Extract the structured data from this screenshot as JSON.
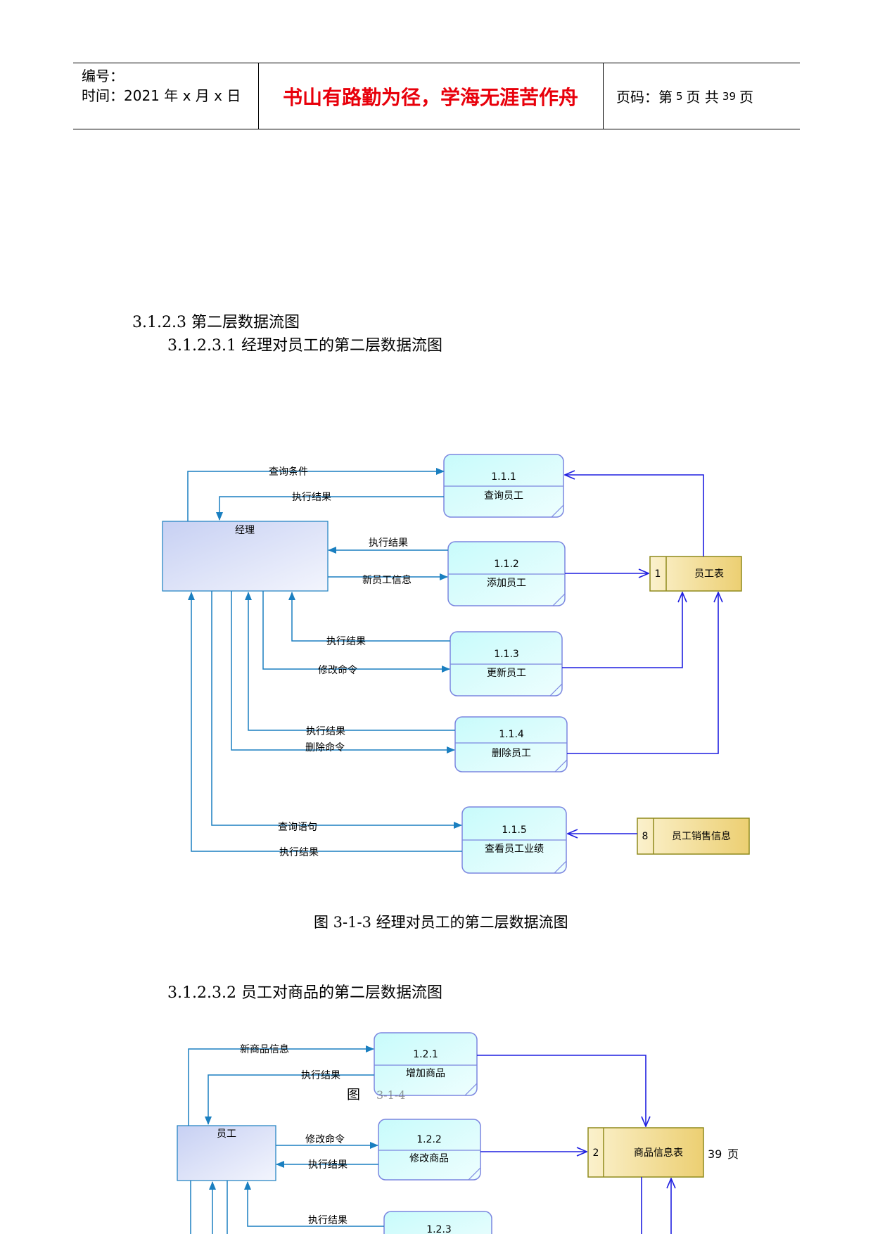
{
  "header": {
    "number_label": "编号：",
    "time_label": "时间：2021 年 x 月 x 日",
    "motto": "书山有路勤为径，学海无涯苦作舟",
    "page_prefix": "页码：第",
    "page_current": "5",
    "page_mid": "页  共",
    "page_total": "39",
    "page_suffix": "页"
  },
  "sections": {
    "h_3123": "3.1.2.3  第二层数据流图",
    "h_31231": "3.1.2.3.1  经理对员工的第二层数据流图",
    "h_31232": "3.1.2.3.2    员工对商品的第二层数据流图"
  },
  "diagram1": {
    "entity": "经理",
    "processes": [
      {
        "id": "1.1.1",
        "name": "查询员工"
      },
      {
        "id": "1.1.2",
        "name": "添加员工"
      },
      {
        "id": "1.1.3",
        "name": "更新员工"
      },
      {
        "id": "1.1.4",
        "name": "删除员工"
      },
      {
        "id": "1.1.5",
        "name": "查看员工业绩"
      }
    ],
    "stores": [
      {
        "id": "1",
        "name": "员工表"
      },
      {
        "id": "8",
        "name": "员工销售信息"
      }
    ],
    "flows": {
      "query_condition": "查询条件",
      "result_1": "执行结果",
      "result_2": "执行结果",
      "new_employee": "新员工信息",
      "result_3": "执行结果",
      "modify_cmd": "修改命令",
      "result_4": "执行结果",
      "delete_cmd": "删除命令",
      "query_stmt": "查询语句",
      "result_5": "执行结果"
    },
    "caption": "图 3-1-3  经理对员工的第二层数据流图"
  },
  "diagram2": {
    "entity": "员工",
    "processes": [
      {
        "id": "1.2.1",
        "name": "增加商品"
      },
      {
        "id": "1.2.2",
        "name": "修改商品"
      },
      {
        "id": "1.2.3",
        "name": ""
      }
    ],
    "stores": [
      {
        "id": "2",
        "name": "商品信息表"
      }
    ],
    "flows": {
      "new_goods": "新商品信息",
      "result_1": "执行结果",
      "modify_cmd": "修改命令",
      "result_2": "执行结果",
      "result_3": "执行结果"
    },
    "overlap_fig": "图",
    "overlap_fig_num": "3-1-4",
    "page_total_overlay": "39",
    "page_overlay_suffix": "页"
  },
  "colors": {
    "motto": "#e8000b",
    "flow_arrow": "#1a7fc0",
    "store_link": "#1f1fe0",
    "process_border": "#7b86e0",
    "store_fill": "#f0d98a",
    "store_border": "#8f8a1c"
  }
}
